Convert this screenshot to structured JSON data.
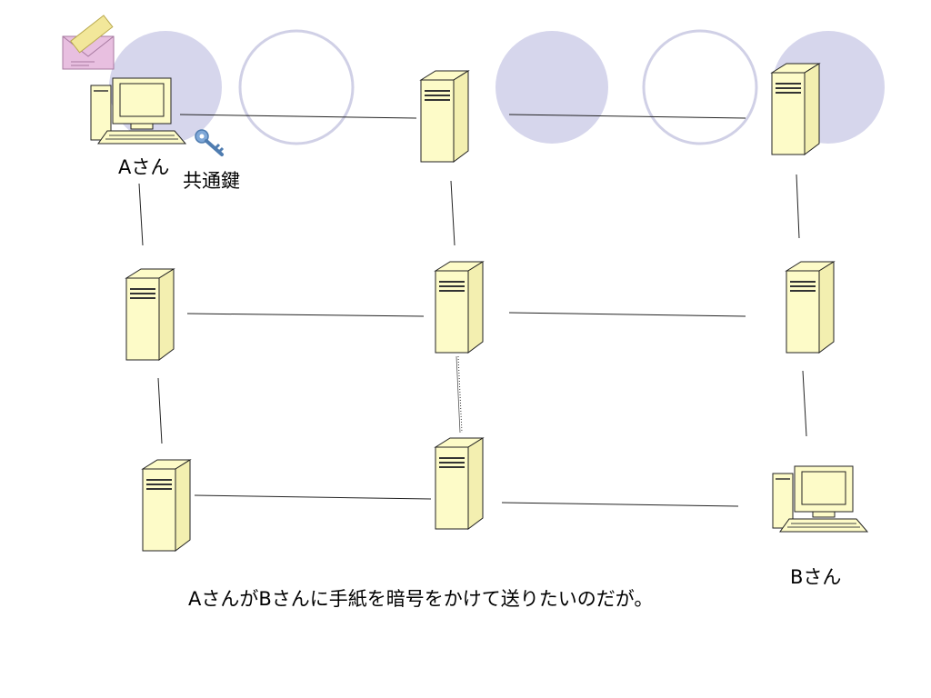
{
  "nodes": {
    "a_label": "Aさん",
    "b_label": "Bさん"
  },
  "key_label": "共通鍵",
  "caption": "AさんがBさんに手紙を暗号をかけて送りたいのだが。",
  "icons": {
    "letter": "envelope-icon",
    "key": "key-icon",
    "computer": "desktop-computer-icon",
    "server": "server-tower-icon"
  },
  "colors": {
    "server_fill": "#fdfbc8",
    "circle_filled": "#d6d6ec",
    "circle_outline": "#d0d0e6",
    "envelope": "#e8bfe0",
    "key": "#7fa8d8"
  }
}
